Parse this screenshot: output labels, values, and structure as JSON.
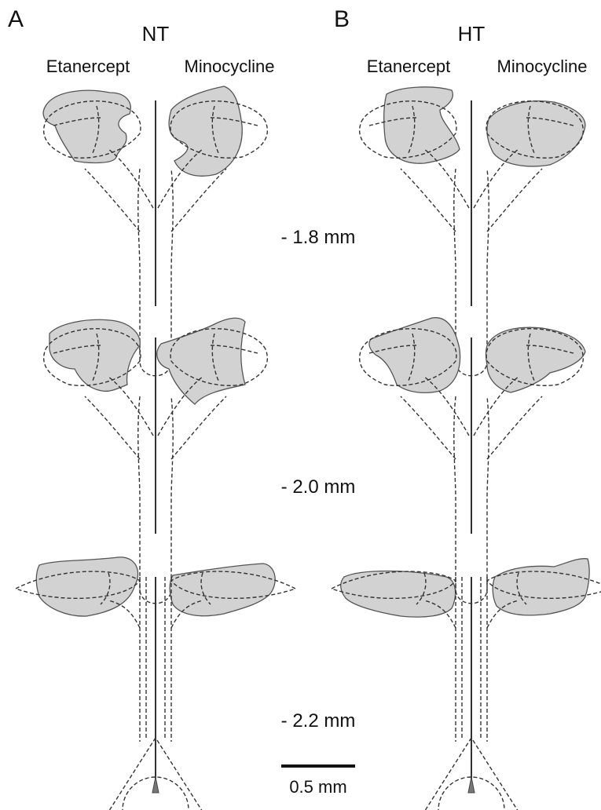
{
  "panels": [
    {
      "letter": "A",
      "group": "NT",
      "left_label": "Etanercept",
      "right_label": "Minocycline"
    },
    {
      "letter": "B",
      "group": "HT",
      "left_label": "Etanercept",
      "right_label": "Minocycline"
    }
  ],
  "levels": [
    "- 1.8 mm",
    "- 2.0 mm",
    "- 2.2 mm"
  ],
  "scale_bar": {
    "label": "0.5 mm"
  },
  "colors": {
    "lesion_fill": "#d2d2d2",
    "outline": "#333333"
  }
}
